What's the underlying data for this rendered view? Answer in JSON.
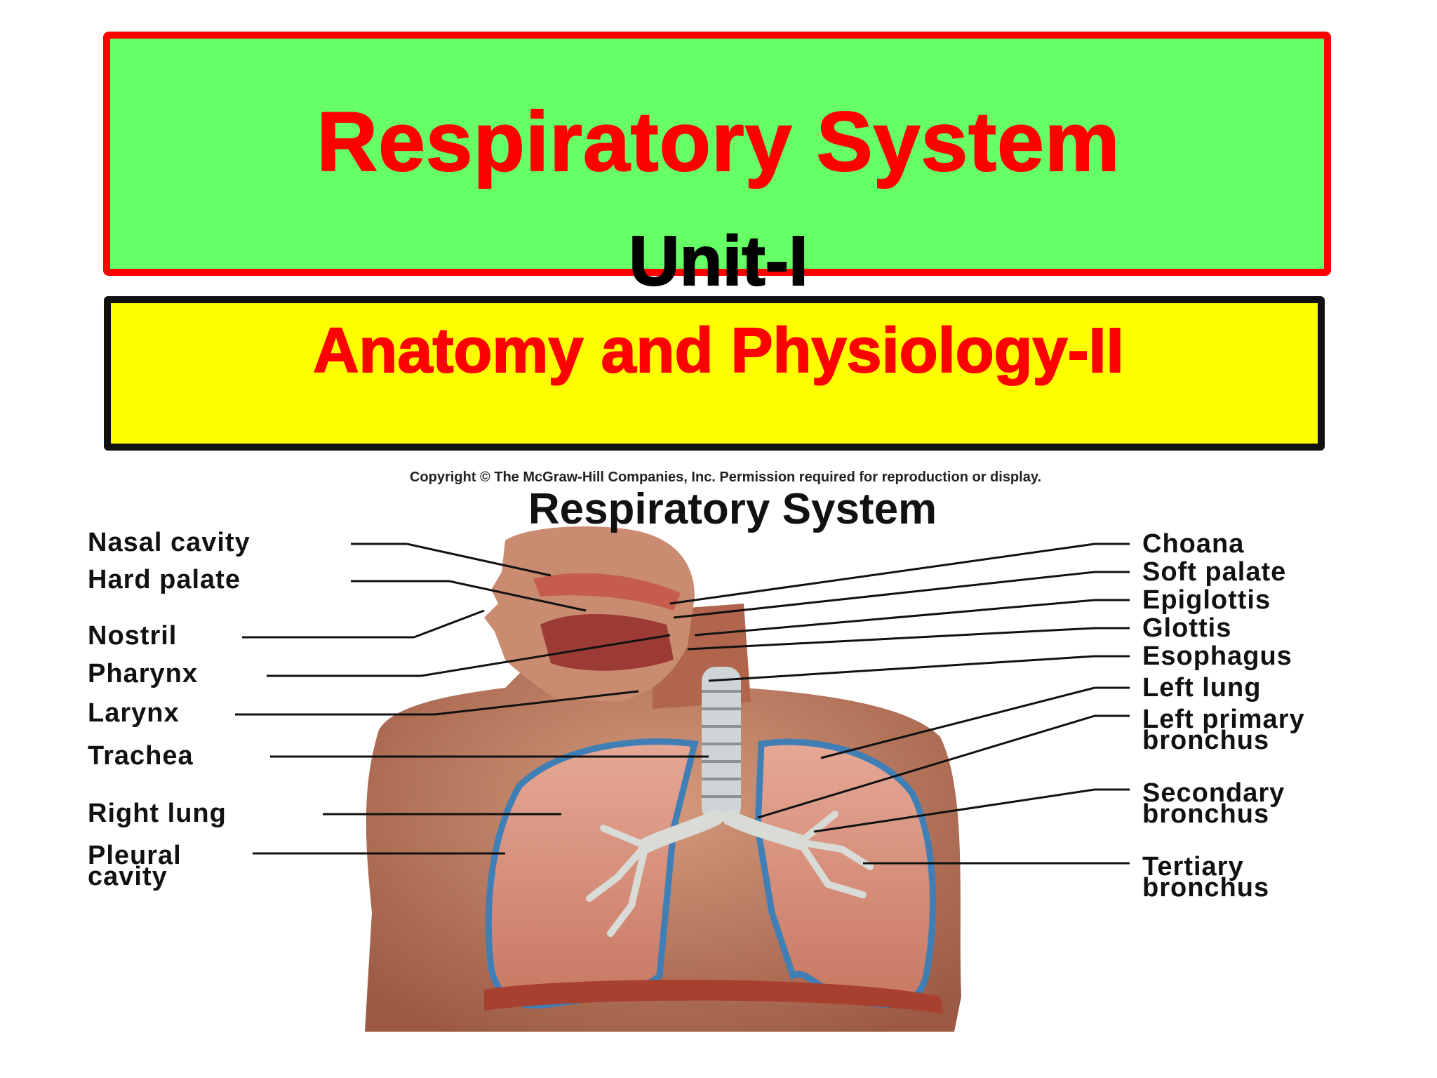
{
  "header": {
    "title": "Respiratory System",
    "unit": "Unit-I",
    "subtitle": "Anatomy and Physiology-II"
  },
  "diagram": {
    "copyright": "Copyright © The McGraw-Hill Companies, Inc. Permission required for reproduction or display.",
    "title": "Respiratory System",
    "left_labels": [
      [
        "Nasal cavity"
      ],
      [
        "Hard palate"
      ],
      [
        "Nostril"
      ],
      [
        "Pharynx"
      ],
      [
        "Larynx"
      ],
      [
        "Trachea"
      ],
      [
        "Right lung"
      ],
      [
        "Pleural",
        "cavity"
      ]
    ],
    "right_labels": [
      [
        "Choana"
      ],
      [
        "Soft palate"
      ],
      [
        "Epiglottis"
      ],
      [
        "Glottis"
      ],
      [
        "Esophagus"
      ],
      [
        "Left lung"
      ],
      [
        "Left primary",
        "bronchus"
      ],
      [
        "Secondary",
        "bronchus"
      ],
      [
        "Tertiary",
        "bronchus"
      ]
    ]
  },
  "colors": {
    "title_red": "#ff0000",
    "title_box_green": "#66ff66",
    "subtitle_box_yellow": "#ffff00"
  }
}
